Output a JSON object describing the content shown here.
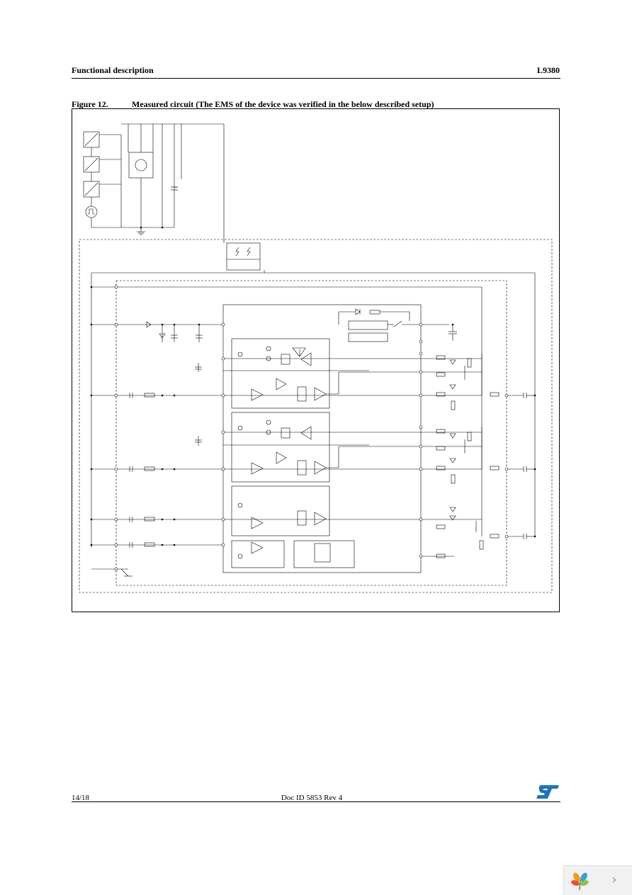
{
  "header": {
    "section": "Functional description",
    "part": "L9380"
  },
  "figure": {
    "number": "Figure 12.",
    "title": "Measured circuit (The EMS of the device was verified in the below described setup)"
  },
  "footer": {
    "page": "14/18",
    "doc_id": "Doc ID 5853 Rev 4"
  },
  "colors": {
    "line": "#000000",
    "accent_logo": "#1e73be",
    "nav_bg": "#f1f1f1"
  },
  "icons": [
    "st-logo-icon",
    "flower-logo-icon",
    "chevron-right-icon"
  ]
}
